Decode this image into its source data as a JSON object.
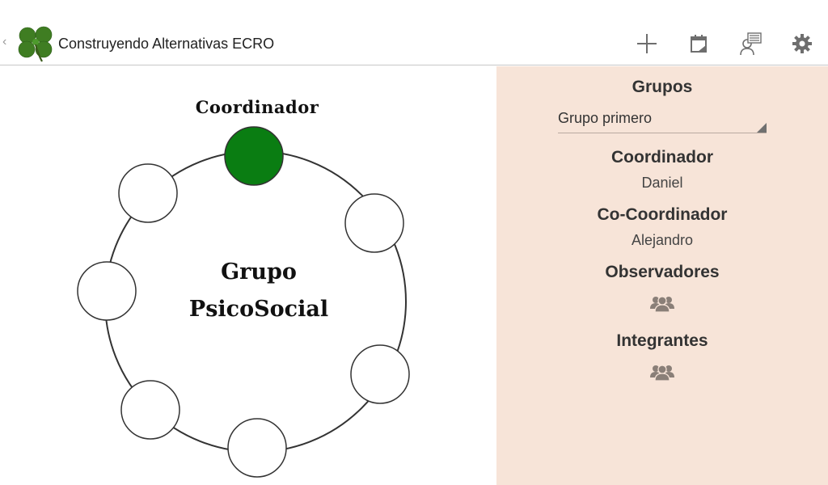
{
  "app": {
    "title": "Construyendo Alternativas ECRO"
  },
  "diagram": {
    "coordinator_label": "Coordinador",
    "group_line1": "Grupo",
    "group_line2": "PsicoSocial",
    "coordinator_color": "#0a7d12"
  },
  "panel": {
    "groups_heading": "Grupos",
    "group_selected": "Grupo primero",
    "coordinator_heading": "Coordinador",
    "coordinator_name": "Daniel",
    "cocoordinator_heading": "Co-Coordinador",
    "cocoordinator_name": "Alejandro",
    "observers_heading": "Observadores",
    "members_heading": "Integrantes",
    "background": "#f7e4d8"
  }
}
